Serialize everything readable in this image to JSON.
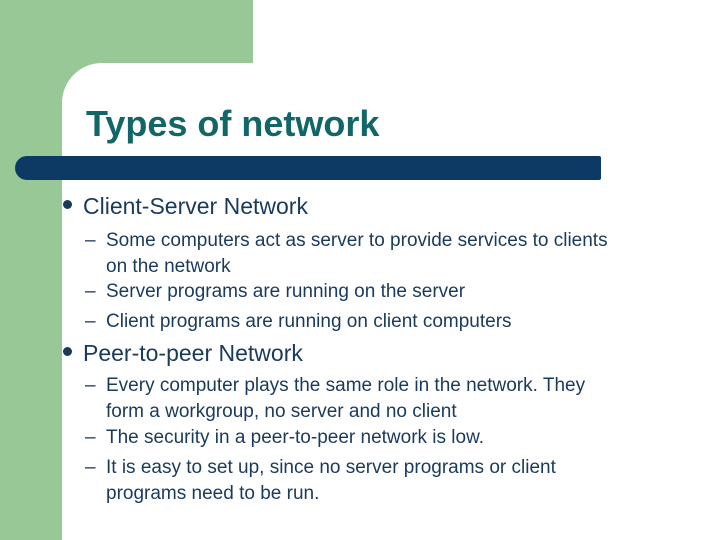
{
  "slide": {
    "title": "Types of network",
    "sections": [
      {
        "heading": "Client-Server Network",
        "items": [
          {
            "lines": [
              "Some computers act as server to provide services to clients",
              "on the network"
            ]
          },
          {
            "lines": [
              "Server programs are running on the server"
            ]
          },
          {
            "lines": [
              "Client programs are running on client computers"
            ]
          }
        ]
      },
      {
        "heading": "Peer-to-peer Network",
        "items": [
          {
            "lines": [
              "Every computer plays the same role in the network. They",
              "form a workgroup, no server and no client"
            ]
          },
          {
            "lines": [
              "The security in a peer-to-peer network is low."
            ]
          },
          {
            "lines": [
              "It is easy to set up, since no server programs or client",
              "programs need to be run."
            ]
          }
        ]
      }
    ],
    "bullet_glyphs": {
      "level1": "●",
      "level2": "–"
    },
    "colors": {
      "accent_green": "#98c896",
      "bar_navy": "#0d3a64",
      "title_teal": "#136667",
      "body_navy": "#1a3a5c",
      "background": "#ffffff"
    }
  }
}
